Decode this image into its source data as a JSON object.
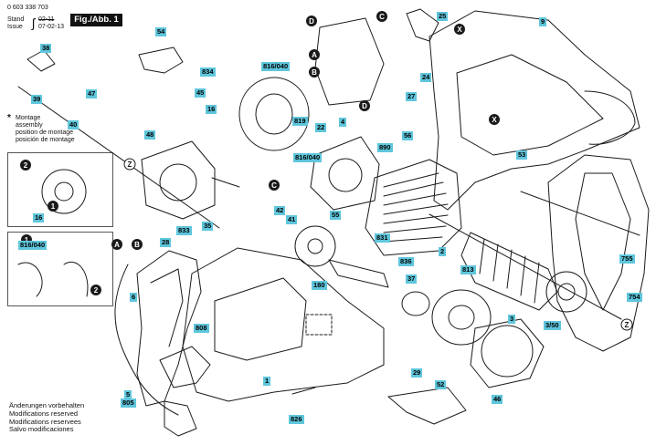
{
  "header": {
    "code": "0 603 338 703",
    "stand_label": "Stand",
    "issue_label": "Issue",
    "stand_value": "02-11",
    "issue_value": "07-02-13",
    "figure": "Fig./Abb. 1"
  },
  "legend": {
    "star": "*",
    "lines": [
      "Montage",
      "assembly",
      "position de montage",
      "posición de montage"
    ]
  },
  "footer": {
    "lines": [
      "Änderungen vorbehalten",
      "Modifications reserved",
      "Modifications reservees",
      "Salvo modificaciones"
    ]
  },
  "part_numbers": [
    "54",
    "834",
    "45",
    "816/040",
    "25",
    "9",
    "38",
    "39",
    "40",
    "47",
    "16",
    "48",
    "819",
    "22",
    "4",
    "24",
    "27",
    "56",
    "890",
    "53",
    "816/040",
    "55",
    "42",
    "41",
    "35",
    "833",
    "28",
    "831",
    "2",
    "836",
    "813",
    "755",
    "37",
    "754",
    "6",
    "180",
    "3",
    "3/50",
    "808",
    "1",
    "5",
    "805",
    "826",
    "29",
    "52",
    "46",
    "816/040",
    "16"
  ],
  "markers": {
    "A": "A",
    "B": "B",
    "C": "C",
    "D": "D",
    "X": "X",
    "Z": "Z",
    "one": "1",
    "two": "2"
  },
  "colors": {
    "label_fill": "#5fc6dc",
    "line": "#1a1a1a",
    "marker_fill": "#1a1a1a"
  }
}
